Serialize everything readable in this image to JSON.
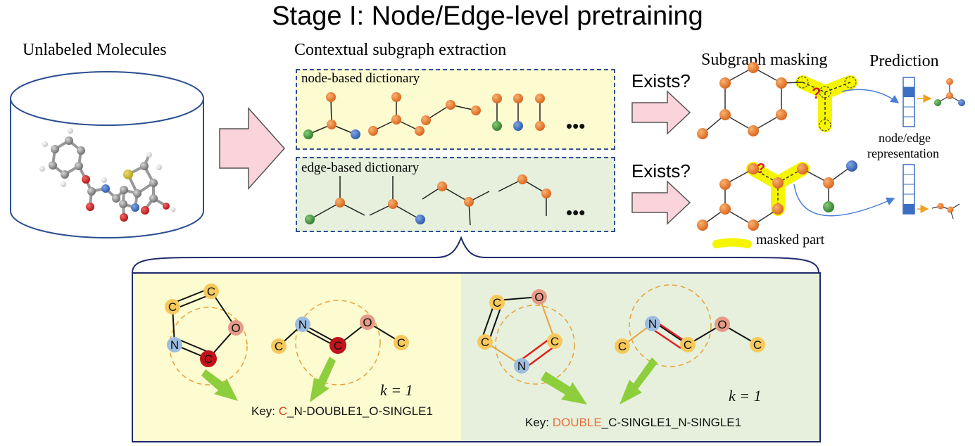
{
  "title": "Stage I: Node/Edge-level pretraining",
  "labels": {
    "unlabeled": "Unlabeled Molecules",
    "contextual": "Contextual  subgraph  extraction",
    "masking": "Subgraph  masking",
    "prediction": "Prediction",
    "node_dict": "node-based dictionary",
    "edge_dict": "edge-based dictionary",
    "exists1": "Exists?",
    "exists2": "Exists?",
    "node_edge_rep_line1": "node/edge",
    "node_edge_rep_line2": "representation",
    "masked_part": "masked part",
    "question": "?",
    "ellipsis": "•••"
  },
  "detail": {
    "left": {
      "k_label": "k = 1",
      "key_prefix": "Key: ",
      "key_highlight": "C",
      "key_rest": "_N-DOUBLE1_O-SINGLE1"
    },
    "right": {
      "k_label": "k = 1",
      "key_prefix": "Key: ",
      "key_highlight": "DOUBLE",
      "key_rest": "_C-SINGLE1_N-SINGLE1"
    },
    "atoms": {
      "c": "C",
      "n": "N",
      "o": "O"
    }
  },
  "colors": {
    "node_panel": "#fdfbd0",
    "edge_panel": "#e6f0dc",
    "dash_border": "#2f4f8f",
    "arrow_fill": "#fbd3da",
    "carbon": "#e8762a",
    "nitrogen_blue": "#3a6fc4",
    "green_atom": "#3f9a3a",
    "highlight": "#f5f500",
    "key_red": "#e03a1f",
    "green_arrow": "#8dce3c",
    "orange_dash": "#e9a23a",
    "atom_yellow": "#f7c95c",
    "atom_pink": "#e59b87",
    "atom_blue": "#9dbde0",
    "atom_red": "#c0141a"
  }
}
